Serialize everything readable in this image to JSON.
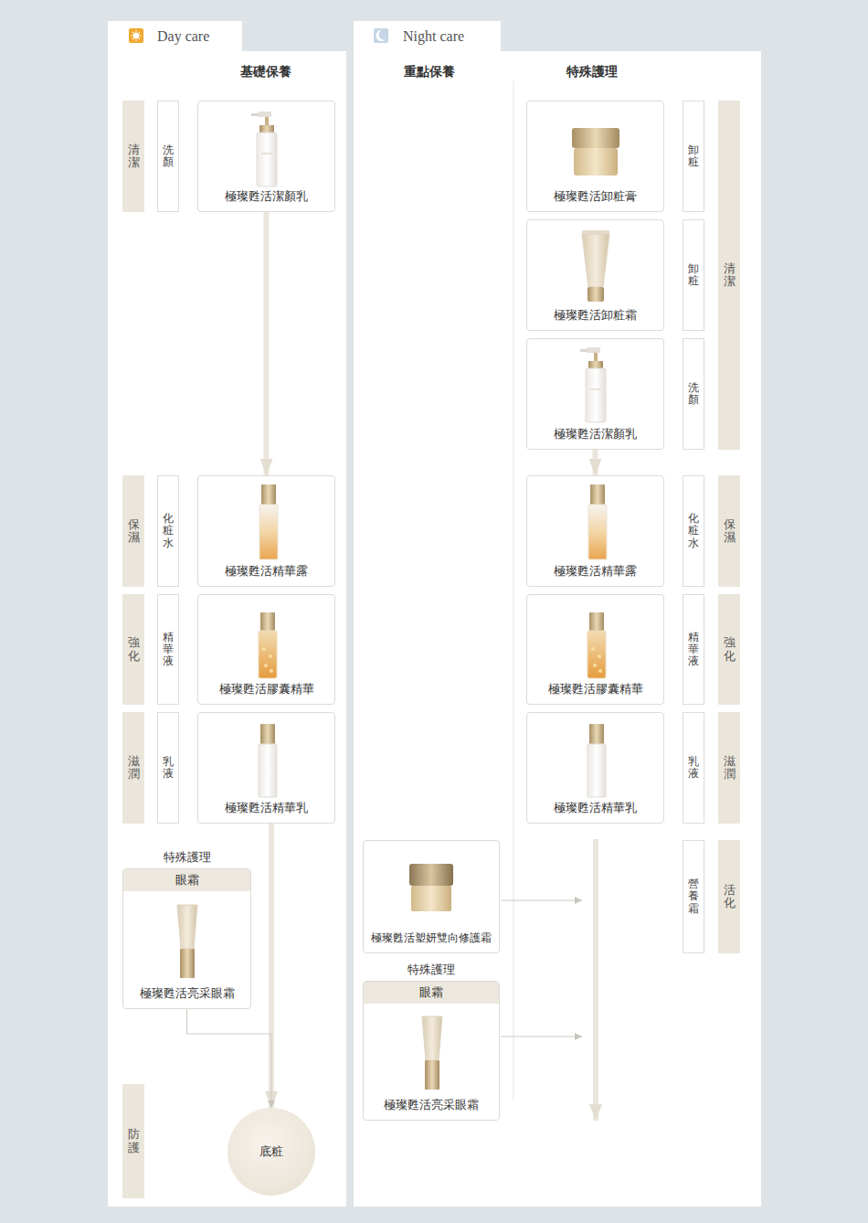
{
  "diagram": {
    "nodes": [
      {
        "text": [
          "Day care"
        ]
      },
      {
        "text": [
          "清潔"
        ]
      },
      {
        "text": [
          "洗顏"
        ]
      },
      {
        "text": [
          "極璨甦活潔顏乳"
        ]
      },
      {
        "text": [
          "保濕"
        ]
      },
      {
        "text": [
          "化粧水"
        ]
      },
      {
        "text": [
          "極璨甦活精華露"
        ]
      },
      {
        "text": [
          "強化"
        ]
      },
      {
        "text": [
          "精華液"
        ]
      },
      {
        "text": [
          "極璨甦活膠囊精華"
        ]
      },
      {
        "text": [
          "滋潤"
        ]
      },
      {
        "text": [
          "乳液"
        ]
      },
      {
        "text": [
          "極璨甦活精華乳"
        ]
      },
      {
        "text": [
          "特殊護理",
          "眼霜",
          "極璨甦活亮采眼霜"
        ]
      },
      {
        "text": [
          "防護"
        ]
      },
      {
        "text": [
          "底粧"
        ]
      },
      {
        "text": [
          "Night care"
        ]
      },
      {
        "text": [
          "極璨甦活卸粧膏"
        ]
      },
      {
        "text": [
          "卸粧"
        ]
      },
      {
        "text": [
          "清潔"
        ]
      },
      {
        "text": [
          "極璨甦活卸粧霜"
        ]
      },
      {
        "text": [
          "卸粧"
        ]
      },
      {
        "text": [
          "極璨甦活潔顏乳"
        ]
      },
      {
        "text": [
          "洗顏"
        ]
      },
      {
        "text": [
          "極璨甦活精華露"
        ]
      },
      {
        "text": [
          "化粧水"
        ]
      },
      {
        "text": [
          "保濕"
        ]
      },
      {
        "text": [
          "極璨甦活膠囊精華"
        ]
      },
      {
        "text": [
          "精華液"
        ]
      },
      {
        "text": [
          "強化"
        ]
      },
      {
        "text": [
          "極璨甦活精華乳"
        ]
      },
      {
        "text": [
          "乳液"
        ]
      },
      {
        "text": [
          "滋潤"
        ]
      },
      {
        "text": [
          "極璨甦活塑妍雙向修護霜"
        ]
      },
      {
        "text": [
          "營養霜"
        ]
      },
      {
        "text": [
          "活化"
        ]
      },
      {
        "text": [
          "特殊護理",
          "眼霜",
          "極璨甦活亮采眼霜"
        ]
      }
    ],
    "edges": [
      {
        "from": 3,
        "to": 6,
        "arrow": "to"
      },
      {
        "from": 12,
        "to": 15,
        "arrow": "to"
      },
      {
        "from": 13,
        "to": 15,
        "arrow": "to"
      },
      {
        "from": 22,
        "to": 24,
        "arrow": "to"
      }
    ],
    "labels": [
      "基礎保養",
      "重點保養",
      "特殊護理"
    ]
  }
}
